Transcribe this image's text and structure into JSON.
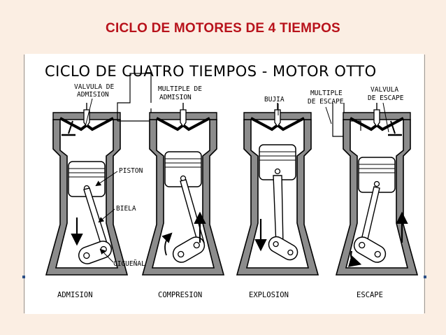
{
  "slide": {
    "title": "CICLO DE MOTORES DE 4 TIEMPOS"
  },
  "diagram": {
    "heading": "CICLO DE CUATRO TIEMPOS - MOTOR OTTO",
    "labels": {
      "valvula_admision_1": "VALVULA DE",
      "valvula_admision_2": "ADMISION",
      "multiple_admision_1": "MULTIPLE DE",
      "multiple_admision_2": "ADMISION",
      "bujia": "BUJIA",
      "multiple_escape_1": "MULTIPLE",
      "multiple_escape_2": "DE ESCAPE",
      "valvula_escape_1": "VALVULA",
      "valvula_escape_2": "DE ESCAPE",
      "piston": "PISTON",
      "biela": "BIELA",
      "ciguenal": "CIGUEÑAL"
    },
    "strokes": [
      "ADMISION",
      "COMPRESION",
      "EXPLOSION",
      "ESCAPE"
    ]
  },
  "colors": {
    "title_red": "#b8121b",
    "wall_gray": "#8c8c8c",
    "ink": "#000000",
    "background": "#fbeee3"
  }
}
